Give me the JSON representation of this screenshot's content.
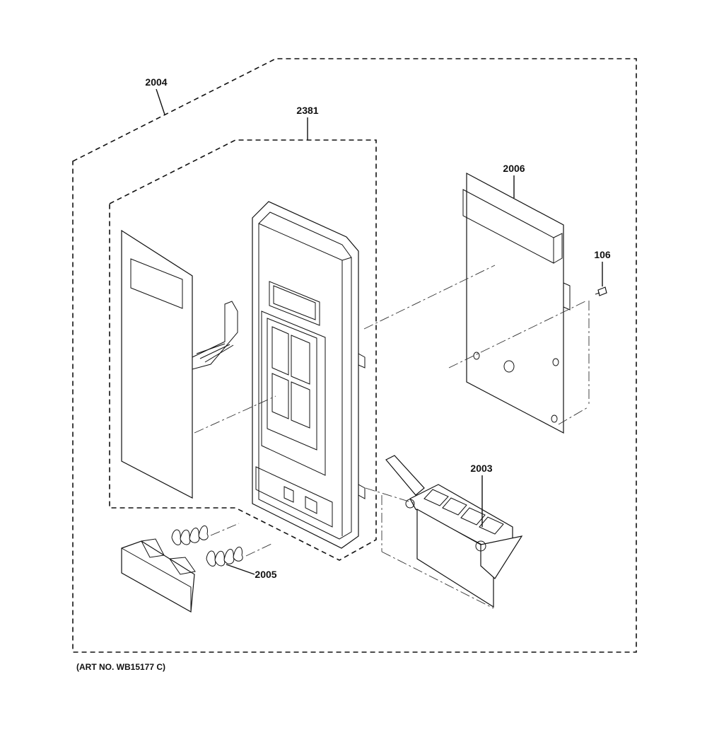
{
  "callouts": {
    "assembly_kit": "2004",
    "control_panel": "2381",
    "circuit_board": "2006",
    "screw": "106",
    "door_latch": "2003",
    "springs": "2005"
  },
  "art_number": "(ART NO. WB15177 C)"
}
